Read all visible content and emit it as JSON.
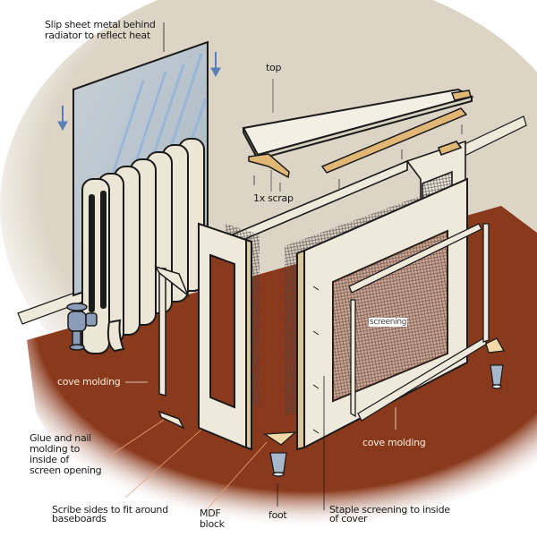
{
  "title": "Radiator cover assembly",
  "colors": {
    "wall": "#dcd4c4",
    "floor": "#8a3a1c",
    "wood_white": "#efe9dc",
    "scrap_wood": "#e1b776",
    "metal_sheet": "#b7c4cf",
    "metal_streak": "#8fb3dd",
    "arrow_blue": "#5a7fb8",
    "valve_blue": "#8a9cb8",
    "outline": "#1b1b1b",
    "leader_light": "#e9a07a"
  },
  "labels": {
    "sheet_metal": [
      "Slip sheet metal behind",
      "radiator to reflect heat"
    ],
    "top": "top",
    "scrap": "1x scrap",
    "screening": "screening",
    "cove_molding_left": "cove molding",
    "cove_molding_right": "cove molding",
    "glue_nail": [
      "Glue and nail",
      "molding to",
      "inside of",
      "screen opening"
    ],
    "scribe_sides": [
      "Scribe sides to fit around",
      "baseboards"
    ],
    "mdf_block": [
      "MDF",
      "block"
    ],
    "foot": "foot",
    "staple": [
      "Staple screening to inside",
      "of cover"
    ]
  },
  "parts": [
    {
      "name": "sheet-metal",
      "icon": "sheet-metal-panel"
    },
    {
      "name": "radiator",
      "icon": "cast-iron-radiator"
    },
    {
      "name": "valve",
      "icon": "radiator-valve"
    },
    {
      "name": "top-board",
      "icon": "top-board"
    },
    {
      "name": "scrap-blocks",
      "icon": "wood-scrap"
    },
    {
      "name": "side-panel",
      "icon": "side-panel"
    },
    {
      "name": "front-panel",
      "icon": "front-frame"
    },
    {
      "name": "screening",
      "icon": "mesh-screen"
    },
    {
      "name": "mdf-blocks",
      "icon": "triangle-block"
    },
    {
      "name": "feet",
      "icon": "furniture-foot"
    }
  ]
}
